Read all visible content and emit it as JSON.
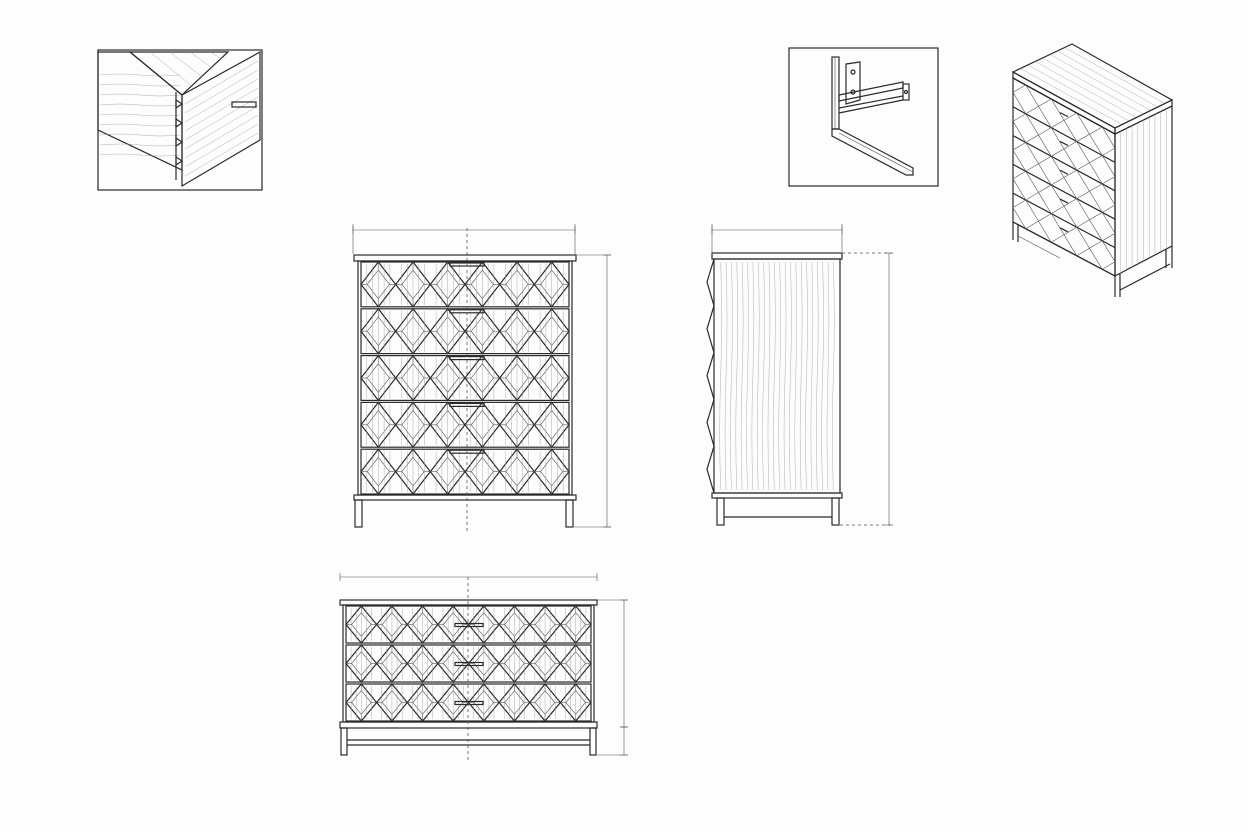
{
  "colors": {
    "line": "#2a2a2a",
    "background": "#fdfdfd"
  },
  "views": {
    "front_tall": {
      "drawer_rows": 5,
      "pattern_columns": 6
    },
    "side_tall": {
      "drawer_rows": 5
    },
    "front_low": {
      "drawer_rows": 3,
      "pattern_columns": 8
    },
    "isometric": {
      "drawer_rows": 5
    }
  }
}
